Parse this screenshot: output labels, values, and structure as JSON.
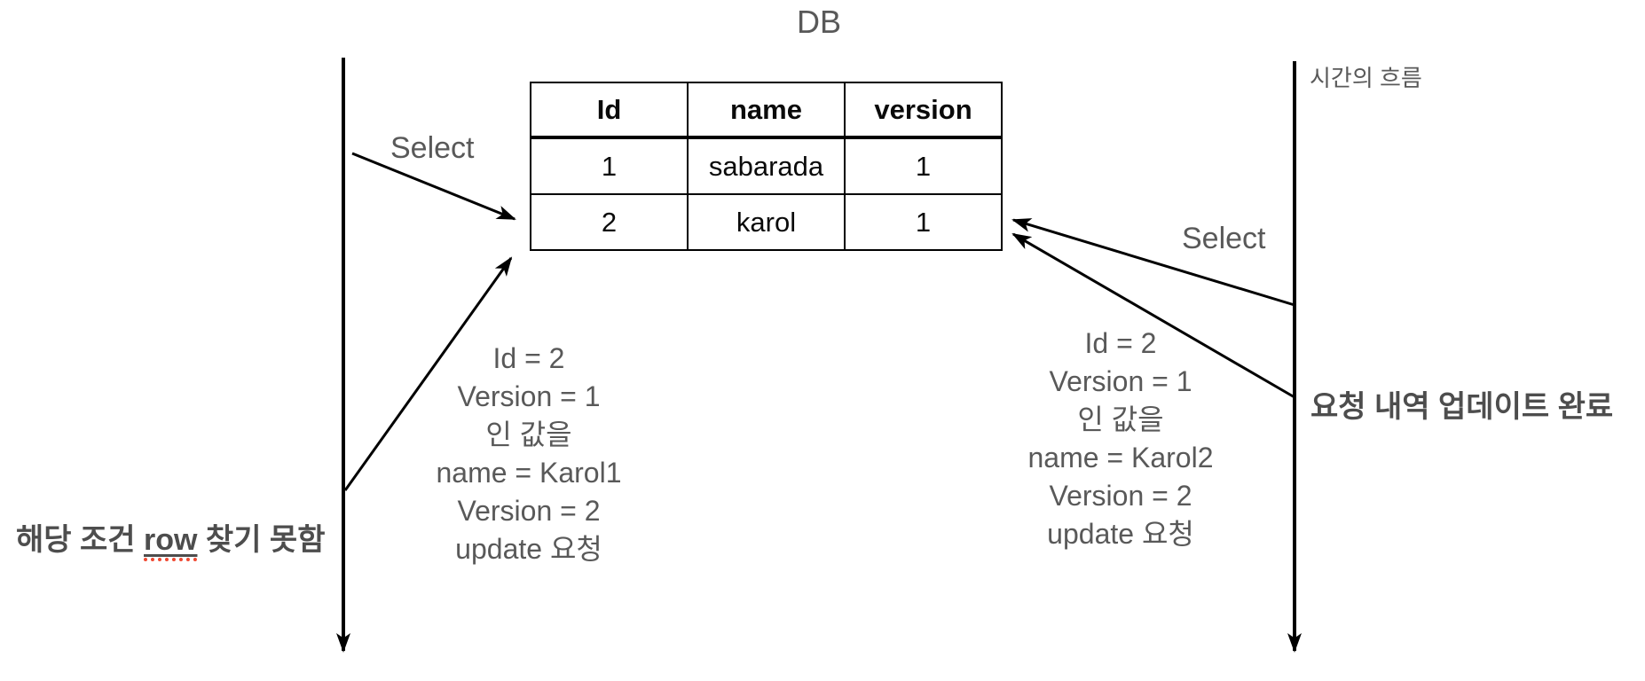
{
  "title": "DB",
  "timeline_label": "시간의 흐름",
  "table": {
    "headers": [
      "Id",
      "name",
      "version"
    ],
    "rows": [
      [
        "1",
        "sabarada",
        "1"
      ],
      [
        "2",
        "karol",
        "1"
      ]
    ]
  },
  "left": {
    "select_label": "Select",
    "request_lines": [
      "Id = 2",
      "Version = 1",
      "인 값을",
      "name = Karol1",
      "Version = 2",
      "update 요청"
    ],
    "note_prefix": "해당 조건 ",
    "note_highlight": "row",
    "note_suffix": " 찾기 못함"
  },
  "right": {
    "select_label": "Select",
    "request_lines": [
      "Id = 2",
      "Version = 1",
      "인 값을",
      "name = Karol2",
      "Version = 2",
      "update 요청"
    ],
    "note": "요청 내역 업데이트 완료"
  },
  "colors": {
    "text_gray": "#595959",
    "note_gray": "#4d4d4d",
    "line_black": "#000000",
    "spellcheck_red": "#f04a33"
  }
}
